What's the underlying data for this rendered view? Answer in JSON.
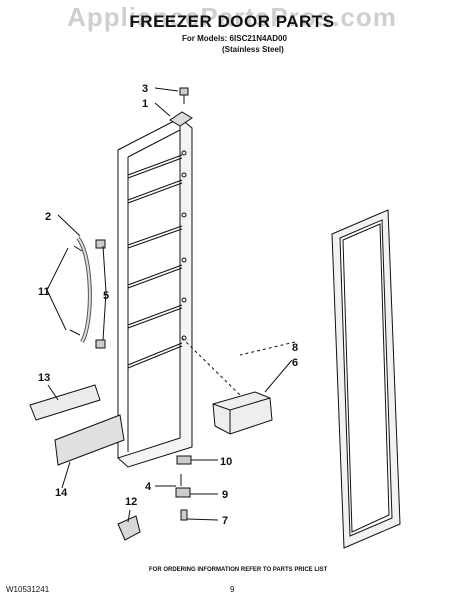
{
  "watermark": "AppliancePartsPros.com",
  "title": "FREEZER DOOR PARTS",
  "models_line1": "For Models: 6ISC21N4AD00",
  "models_line2": "(Stainless Steel)",
  "footer_order": "FOR ORDERING INFORMATION REFER TO PARTS PRICE LIST",
  "footer_doc": "W10531241",
  "footer_page": "9",
  "callouts": {
    "c1": "1",
    "c2": "2",
    "c3": "3",
    "c4": "4",
    "c5": "5",
    "c6": "6",
    "c7": "7",
    "c8": "8",
    "c9": "9",
    "c10": "10",
    "c11": "11",
    "c12": "12",
    "c13": "13",
    "c14": "14"
  }
}
